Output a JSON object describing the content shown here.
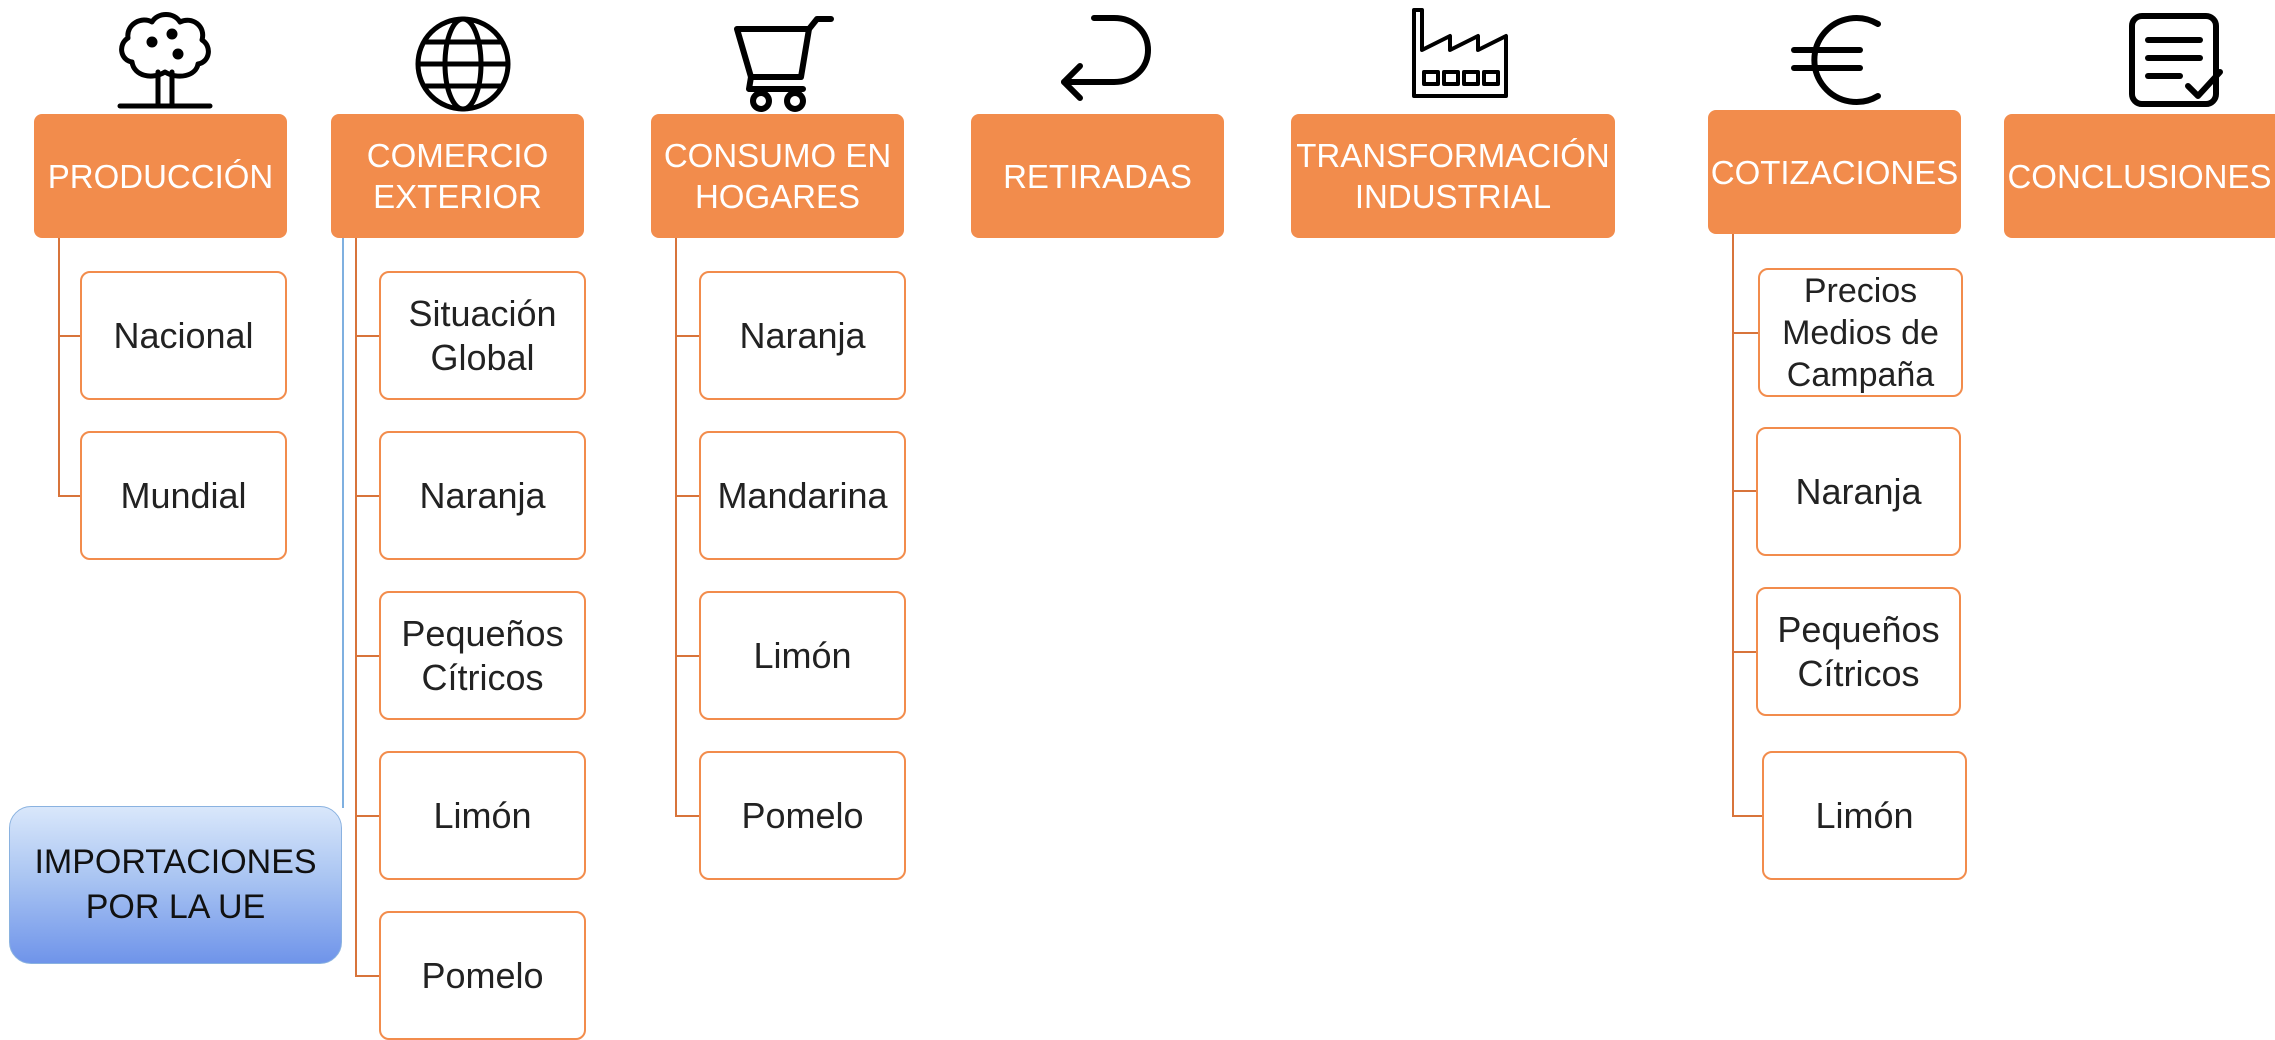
{
  "categories": {
    "produccion": {
      "title": "PRODUCCIÓN",
      "icon": "tree-icon",
      "items": [
        "Nacional",
        "Mundial"
      ]
    },
    "comercio_exterior": {
      "title": "COMERCIO\nEXTERIOR",
      "icon": "globe-icon",
      "items": [
        "Situación\nGlobal",
        "Naranja",
        "Pequeños\nCítricos",
        "Limón",
        "Pomelo"
      ]
    },
    "consumo_hogares": {
      "title": "CONSUMO EN\nHOGARES",
      "icon": "shopping-cart-icon",
      "items": [
        "Naranja",
        "Mandarina",
        "Limón",
        "Pomelo"
      ]
    },
    "retiradas": {
      "title": "RETIRADAS",
      "icon": "return-arrow-icon"
    },
    "transformacion": {
      "title": "TRANSFORMACIÓN\nINDUSTRIAL",
      "icon": "factory-icon"
    },
    "cotizaciones": {
      "title": "COTIZACIONES",
      "icon": "euro-icon",
      "items": [
        "Precios\nMedios de\nCampaña",
        "Naranja",
        "Pequeños\nCítricos",
        "Limón"
      ]
    },
    "conclusiones": {
      "title": "CONCLUSIONES",
      "icon": "checklist-icon"
    }
  },
  "importaciones": {
    "label": "IMPORTACIONES\nPOR LA UE"
  },
  "colors": {
    "header_fill": "#f28c4c",
    "item_border": "#f28c4c",
    "connector": "#d8743b",
    "highlight_box": "#6f94ea"
  }
}
